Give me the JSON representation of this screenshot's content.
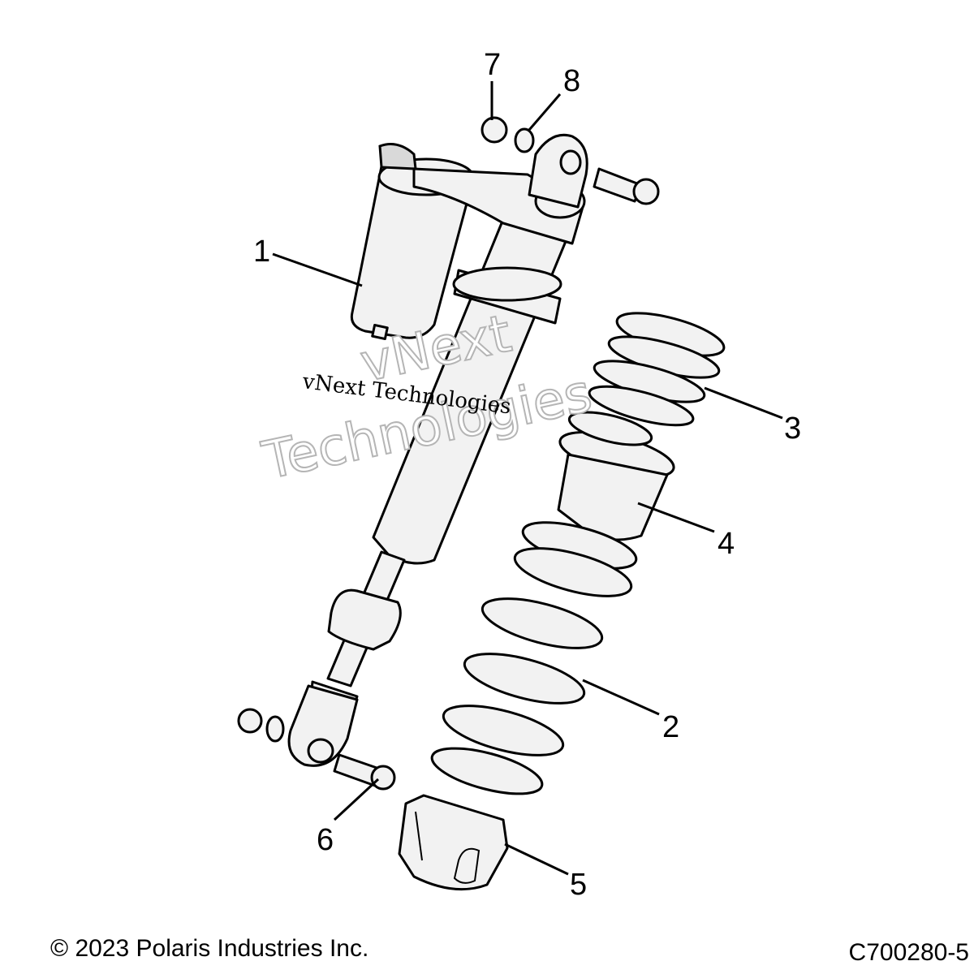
{
  "callouts": [
    {
      "id": "1",
      "label": "1"
    },
    {
      "id": "2",
      "label": "2"
    },
    {
      "id": "3",
      "label": "3"
    },
    {
      "id": "4",
      "label": "4"
    },
    {
      "id": "5",
      "label": "5"
    },
    {
      "id": "6",
      "label": "6"
    },
    {
      "id": "7",
      "label": "7"
    },
    {
      "id": "8",
      "label": "8"
    }
  ],
  "watermark": {
    "line1": "vNext",
    "line2": "Technologies",
    "caption": "vNext Technologies"
  },
  "footer": {
    "copyright": "© 2023 Polaris Industries Inc.",
    "figure_code": "C700280-5"
  },
  "colors": {
    "line": "#000000",
    "part_fill": "#f2f2f2",
    "watermark_outline": "#b5b5b5"
  }
}
